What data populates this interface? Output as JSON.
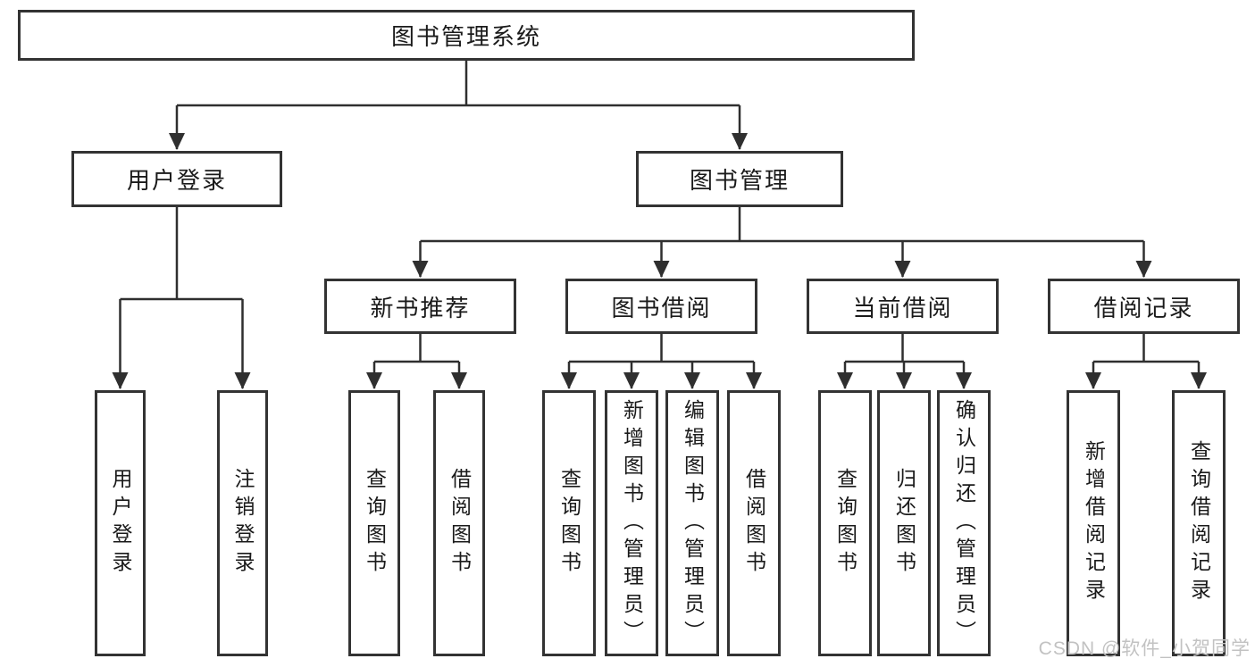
{
  "root": {
    "label": "图书管理系统"
  },
  "level2": [
    {
      "label": "用户登录"
    },
    {
      "label": "图书管理"
    }
  ],
  "level3": [
    {
      "label": "新书推荐"
    },
    {
      "label": "图书借阅"
    },
    {
      "label": "当前借阅"
    },
    {
      "label": "借阅记录"
    }
  ],
  "groups": [
    {
      "parent": "用户登录",
      "items": [
        "用户登录",
        "注销登录"
      ]
    },
    {
      "parent": "新书推荐",
      "items": [
        "查询图书",
        "借阅图书"
      ]
    },
    {
      "parent": "图书借阅",
      "items": [
        "查询图书",
        "新增图书（管理员）",
        "编辑图书（管理员）",
        "借阅图书"
      ]
    },
    {
      "parent": "当前借阅",
      "items": [
        "查询图书",
        "归还图书",
        "确认归还（管理员）"
      ]
    },
    {
      "parent": "借阅记录",
      "items": [
        "新增借阅记录",
        "查询借阅记录"
      ]
    }
  ],
  "watermark": {
    "text": "CSDN @软件_小贺同学"
  },
  "colors": {
    "line": "#2f2f2f",
    "box_border": "#333333",
    "text": "#1a1a1a",
    "watermark": "#c2c2c2",
    "background": "#ffffff"
  }
}
